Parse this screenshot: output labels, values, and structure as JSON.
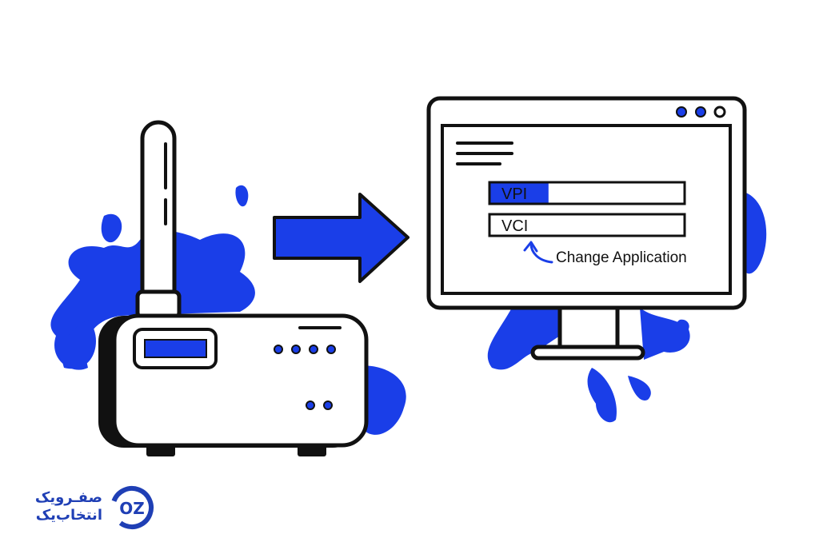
{
  "screen": {
    "field1_label": "VPI",
    "field2_label": "VCI",
    "annotation": "Change Application",
    "field1_fill_fraction": 0.3
  },
  "brand": {
    "line1": "صفـرویک",
    "line2": "انتخاب‌یک",
    "mark_text": "OZ"
  },
  "colors": {
    "accent": "#1a3ee8",
    "outline": "#111111",
    "brand": "#1f3fb5"
  },
  "icons": [
    "antenna",
    "router",
    "arrow-right",
    "monitor",
    "splash"
  ]
}
